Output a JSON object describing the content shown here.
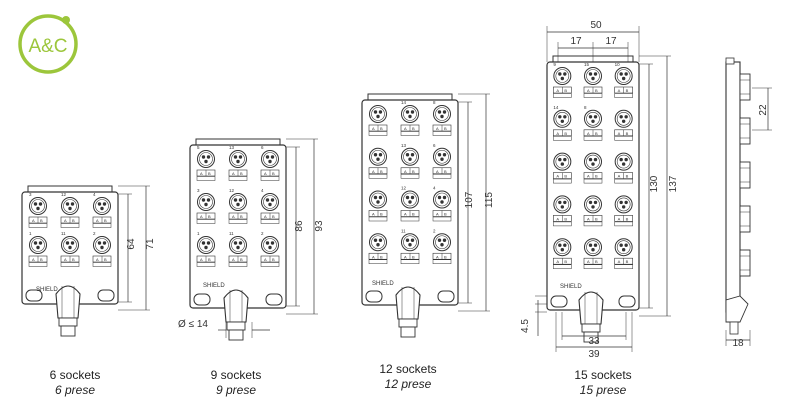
{
  "logo": {
    "text": "A&C",
    "color": "#9cc63b"
  },
  "colors": {
    "line": "#333333",
    "dim": "#555555",
    "body": "#ffffff"
  },
  "units": [
    {
      "sockets_label": "6 sockets",
      "prese_label": "6 prese",
      "dim_inner": "64",
      "dim_outer": "71",
      "brand": "SHIELD"
    },
    {
      "sockets_label": "9 sockets",
      "prese_label": "9 prese",
      "dim_inner": "86",
      "dim_outer": "93",
      "brand": "SHIELD",
      "cable_dim": "Ø ≤ 14"
    },
    {
      "sockets_label": "12 sockets",
      "prese_label": "12 prese",
      "dim_inner": "107",
      "dim_outer": "115",
      "brand": "SHIELD"
    },
    {
      "sockets_label": "15 sockets",
      "prese_label": "15 prese",
      "dim_inner": "130",
      "dim_outer": "137",
      "brand": "SHIELD",
      "dim_width": "50",
      "dim_pitch_a": "17",
      "dim_pitch_b": "17",
      "dim_holes": "33",
      "dim_base": "39",
      "dim_tab": "4.5"
    }
  ],
  "side_view": {
    "dim_socket": "22",
    "dim_depth": "18"
  },
  "socket_numbers": {
    "u6": [
      "3",
      "12",
      "4",
      "1",
      "11",
      "2"
    ],
    "u9": [
      "5",
      "13",
      "6",
      "3",
      "12",
      "4",
      "1",
      "11",
      "2"
    ],
    "u12": [
      "14",
      "8",
      "13",
      "6",
      "12",
      "4",
      "11",
      "2"
    ],
    "u15": [
      "9",
      "15",
      "10",
      "14",
      "8"
    ]
  },
  "socket_tag": {
    "a": "A",
    "b": "B"
  }
}
